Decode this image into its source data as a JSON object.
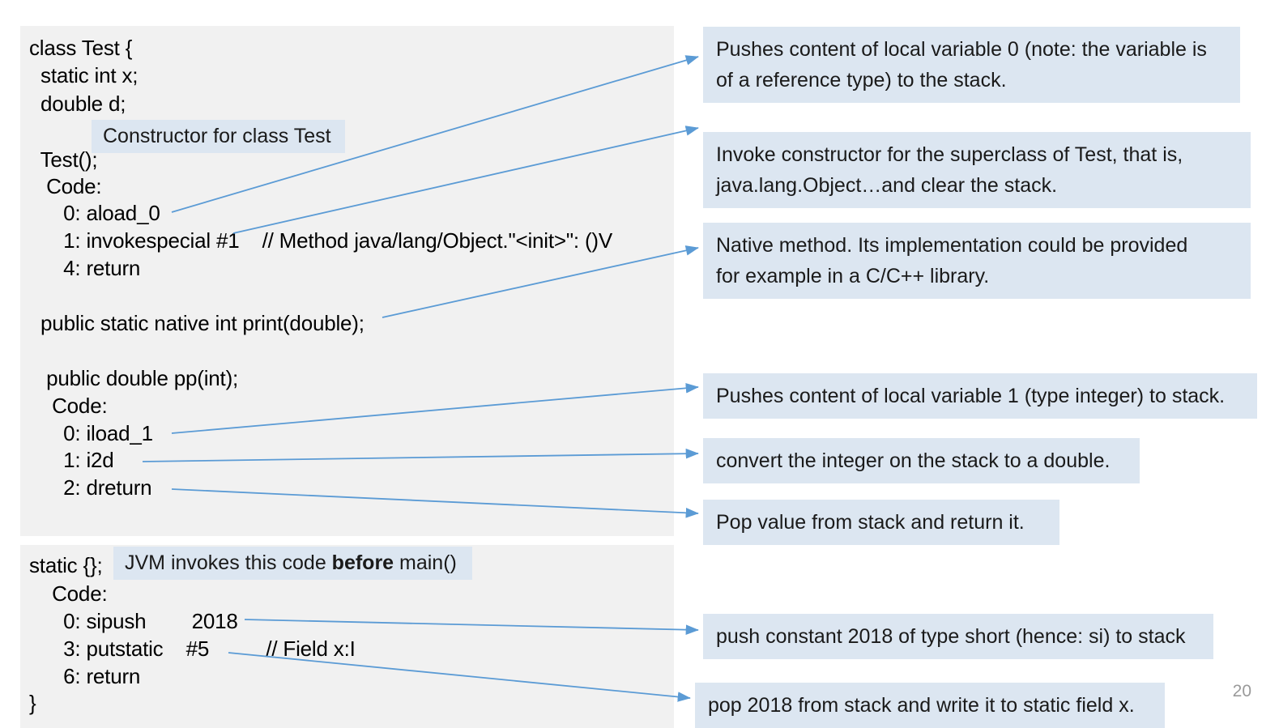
{
  "slide": {
    "page_number": "20",
    "accent_color": "#4f81bd",
    "highlight_color": "#dce6f1",
    "panel_color": "#f1f1f1"
  },
  "code_panel_top": {
    "lines": [
      "class Test {",
      "  static int x;",
      "  double d;",
      "",
      "  Test();",
      "   Code:",
      "      0: aload_0",
      "      1: invokespecial #1    // Method java/lang/Object.\"<init>\": ()V",
      "      4: return",
      "",
      "  public static native int print(double);",
      "",
      "",
      "   public double pp(int);",
      "    Code:",
      "      0: iload_1",
      "      1: i2d",
      "      2: dreturn"
    ]
  },
  "code_panel_bottom": {
    "lines": [
      "static {};",
      "    Code:",
      "      0: sipush        2018",
      "      3: putstatic    #5          // Field x:I",
      "      6: return",
      "}"
    ]
  },
  "inline_notes": [
    {
      "id": "constructor-note",
      "text": "Constructor for class Test"
    },
    {
      "id": "jvm-note_pre",
      "text": "JVM invokes this code "
    },
    {
      "id": "jvm-note_bold",
      "text": "before"
    },
    {
      "id": "jvm-note_post",
      "text": " main()"
    }
  ],
  "callouts": [
    {
      "id": "aload0-callout",
      "text": "Pushes content of local variable 0 (note: the variable is\nof a reference type) to the stack."
    },
    {
      "id": "invokespecial-callout",
      "text": "Invoke constructor for the superclass of Test, that is,\njava.lang.Object…and clear the stack."
    },
    {
      "id": "native-callout",
      "text": "Native method. Its implementation could be provided\nfor example in a C/C++ library."
    },
    {
      "id": "iload1-callout",
      "text": "Pushes content of local variable 1 (type integer) to stack."
    },
    {
      "id": "i2d-callout",
      "text": "convert the integer on the stack to a double."
    },
    {
      "id": "dreturn-callout",
      "text": "Pop value from stack and return it."
    },
    {
      "id": "sipush-callout",
      "text": "push constant 2018 of type short (hence: si) to stack"
    },
    {
      "id": "putstatic-callout",
      "text": "pop 2018 from stack and write it to static field x."
    }
  ]
}
